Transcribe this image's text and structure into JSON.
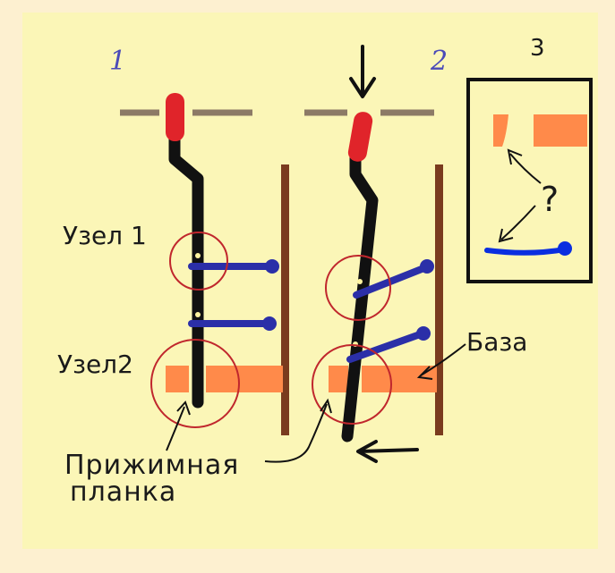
{
  "colors": {
    "frame": "#fdf0d0",
    "paper": "#fbf6b7",
    "beam": "#8c7a66",
    "red_tip": "#e0242a",
    "rod": "#111111",
    "blue_pin": "#2b2fa8",
    "bright_blue": "#0a2ee0",
    "plate": "#ff8a4a",
    "base": "#7a3b1e",
    "circle": "#c0272d"
  },
  "labels": {
    "num1": "1",
    "num2": "2",
    "num3": "3",
    "node1": "Узел 1",
    "node2": "Узел2",
    "base": "База",
    "clamp_line1": "Прижимная",
    "clamp_line2": "планка",
    "question": "?"
  },
  "icons": {
    "down_arrow": "down-arrow-icon",
    "left_arrow": "left-arrow-icon"
  }
}
